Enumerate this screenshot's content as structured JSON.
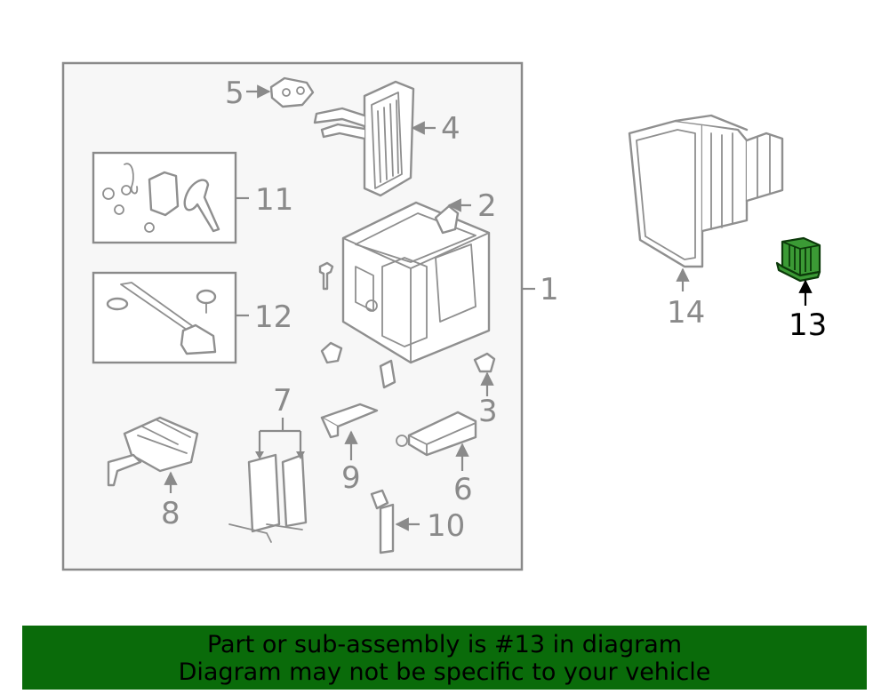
{
  "labels": {
    "p1": "1",
    "p2": "2",
    "p3": "3",
    "p4": "4",
    "p5": "5",
    "p6": "6",
    "p7": "7",
    "p8": "8",
    "p9": "9",
    "p10": "10",
    "p11": "11",
    "p12": "12",
    "p13": "13",
    "p14": "14"
  },
  "highlight": {
    "part": "13",
    "color": "#3b9a35"
  },
  "banner": {
    "line1": "Part or sub-assembly is #13 in diagram",
    "line2": "Diagram may not be specific to your vehicle",
    "background": "#0a6b0a"
  }
}
